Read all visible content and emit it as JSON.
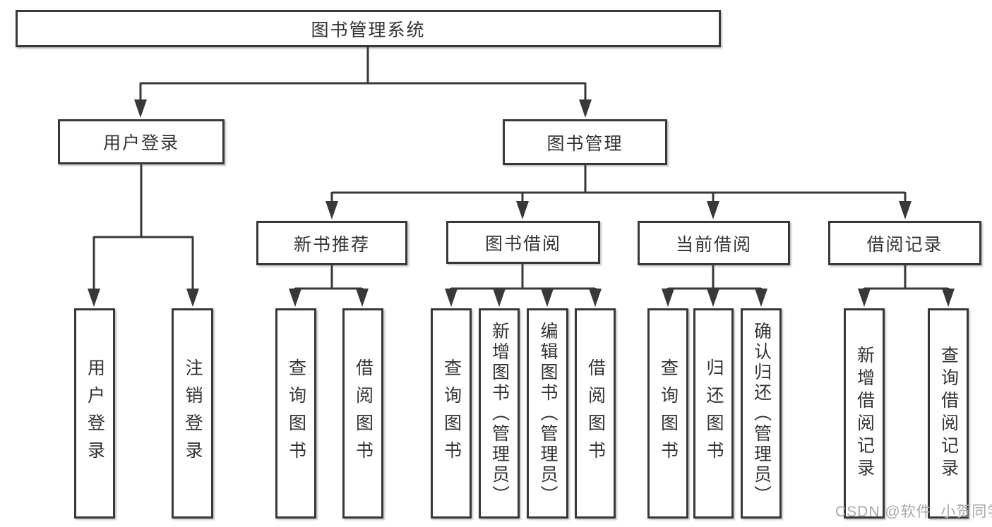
{
  "diagram": {
    "title": "图书管理系统",
    "type": "functional-structure-hierarchy",
    "colors": {
      "line": "#383838",
      "box_border": "#383838",
      "text": "#333333",
      "background": "#ffffff",
      "watermark": "#a9a9a9"
    },
    "nodes": {
      "root": "图书管理系统",
      "user_login": "用户登录",
      "book_mgmt": "图书管理",
      "new_book_rec": "新书推荐",
      "book_borrow": "图书借阅",
      "current_borrow": "当前借阅",
      "borrow_records": "借阅记录",
      "leaf_user_login": "用户登录",
      "leaf_logout": "注销登录",
      "leaf_rec_query": "查询图书",
      "leaf_rec_borrow": "借阅图书",
      "leaf_bb_query": "查询图书",
      "leaf_bb_add": "新增图书（管理员）",
      "leaf_bb_edit": "编辑图书（管理员）",
      "leaf_bb_borrow": "借阅图书",
      "leaf_cb_query": "查询图书",
      "leaf_cb_return": "归还图书",
      "leaf_cb_confirm": "确认归还（管理员）",
      "leaf_br_add": "新增借阅记录",
      "leaf_br_query": "查询借阅记录"
    },
    "hierarchy": {
      "图书管理系统": {
        "用户登录": [
          "用户登录",
          "注销登录"
        ],
        "图书管理": {
          "新书推荐": [
            "查询图书",
            "借阅图书"
          ],
          "图书借阅": [
            "查询图书",
            "新增图书（管理员）",
            "编辑图书（管理员）",
            "借阅图书"
          ],
          "当前借阅": [
            "查询图书",
            "归还图书",
            "确认归还（管理员）"
          ],
          "借阅记录": [
            "新增借阅记录",
            "查询借阅记录"
          ]
        }
      }
    },
    "watermark": "CSDN @软件_小贺同学"
  }
}
